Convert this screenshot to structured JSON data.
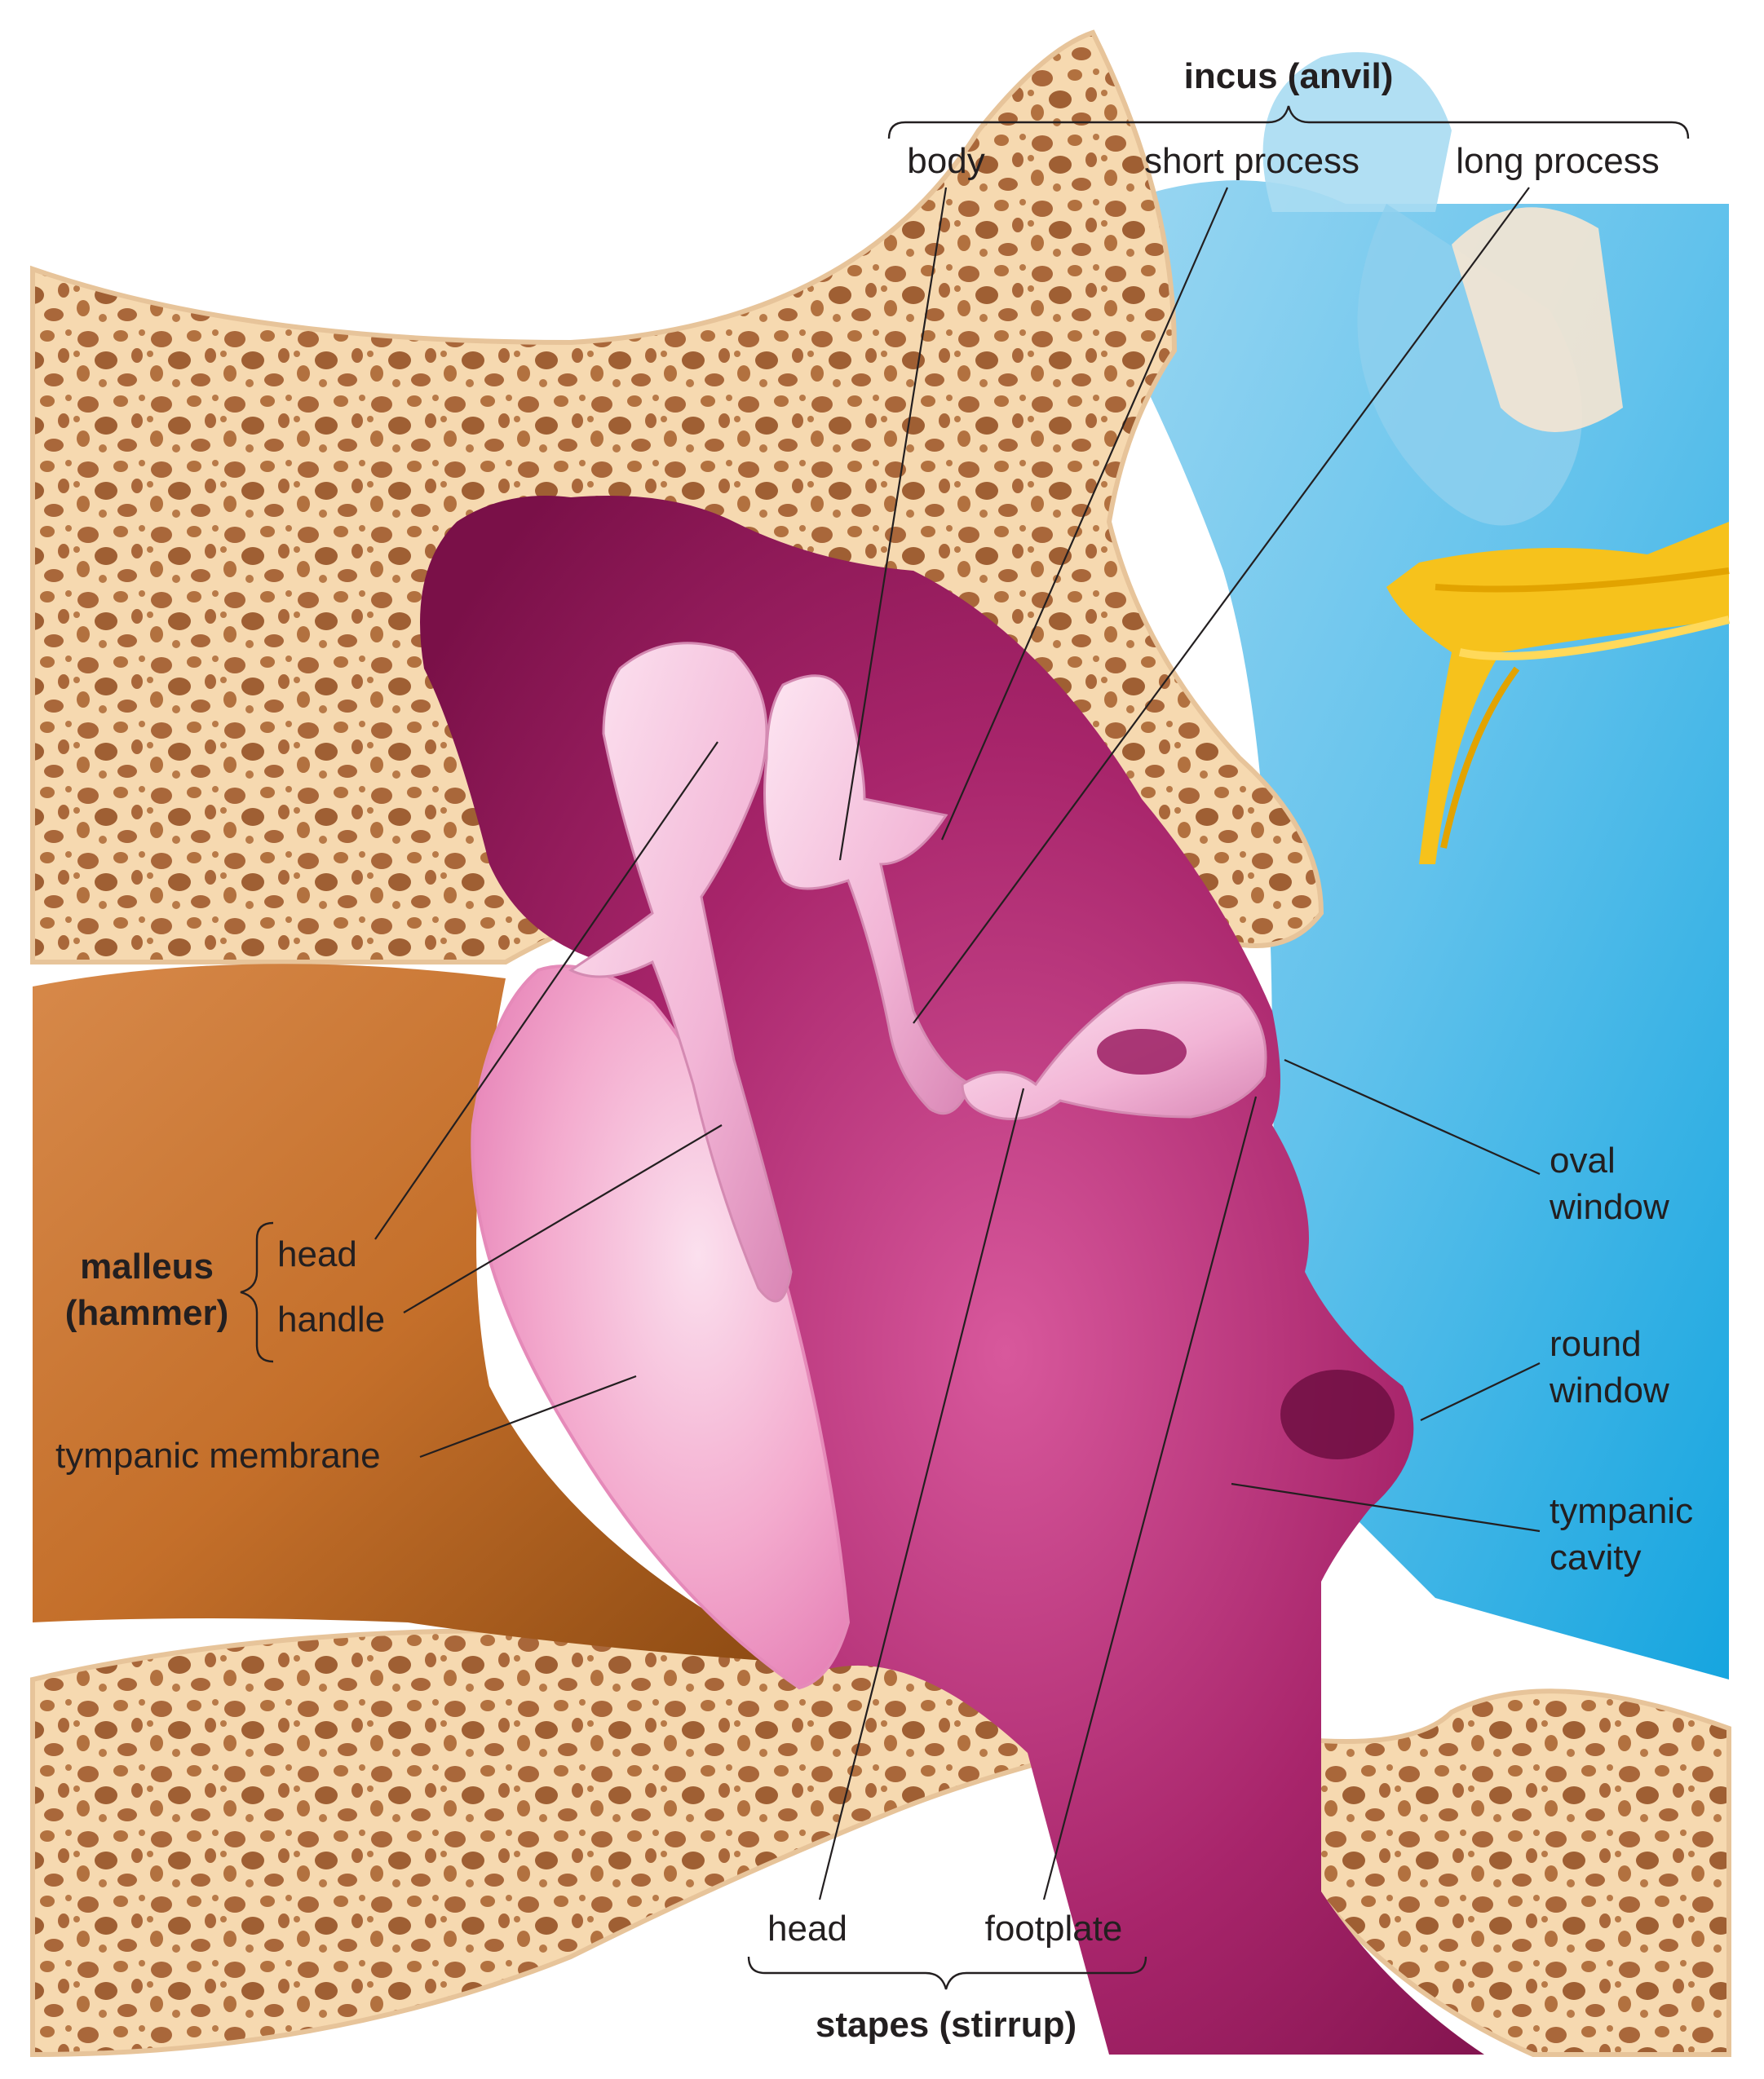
{
  "incus": {
    "group": "incus (anvil)",
    "body": "body",
    "short_process": "short process",
    "long_process": "long process"
  },
  "malleus": {
    "group_line1": "malleus",
    "group_line2": "(hammer)",
    "head": "head",
    "handle": "handle"
  },
  "tympanic_membrane": "tympanic membrane",
  "oval_window": {
    "line1": "oval",
    "line2": "window"
  },
  "round_window": {
    "line1": "round",
    "line2": "window"
  },
  "tympanic_cavity": {
    "line1": "tympanic",
    "line2": "cavity"
  },
  "stapes": {
    "head": "head",
    "footplate": "footplate",
    "group": "stapes (stirrup)"
  },
  "colors": {
    "bone": "#f6d9b0",
    "bone_pore": "#a9673a",
    "cavity": "#9b1f63",
    "ossicle": "#f2b8d8",
    "membrane": "#f09cc6",
    "canal": "#c9712a",
    "inner_ear": "#5fc3ee",
    "nerve": "#f6c21c"
  }
}
